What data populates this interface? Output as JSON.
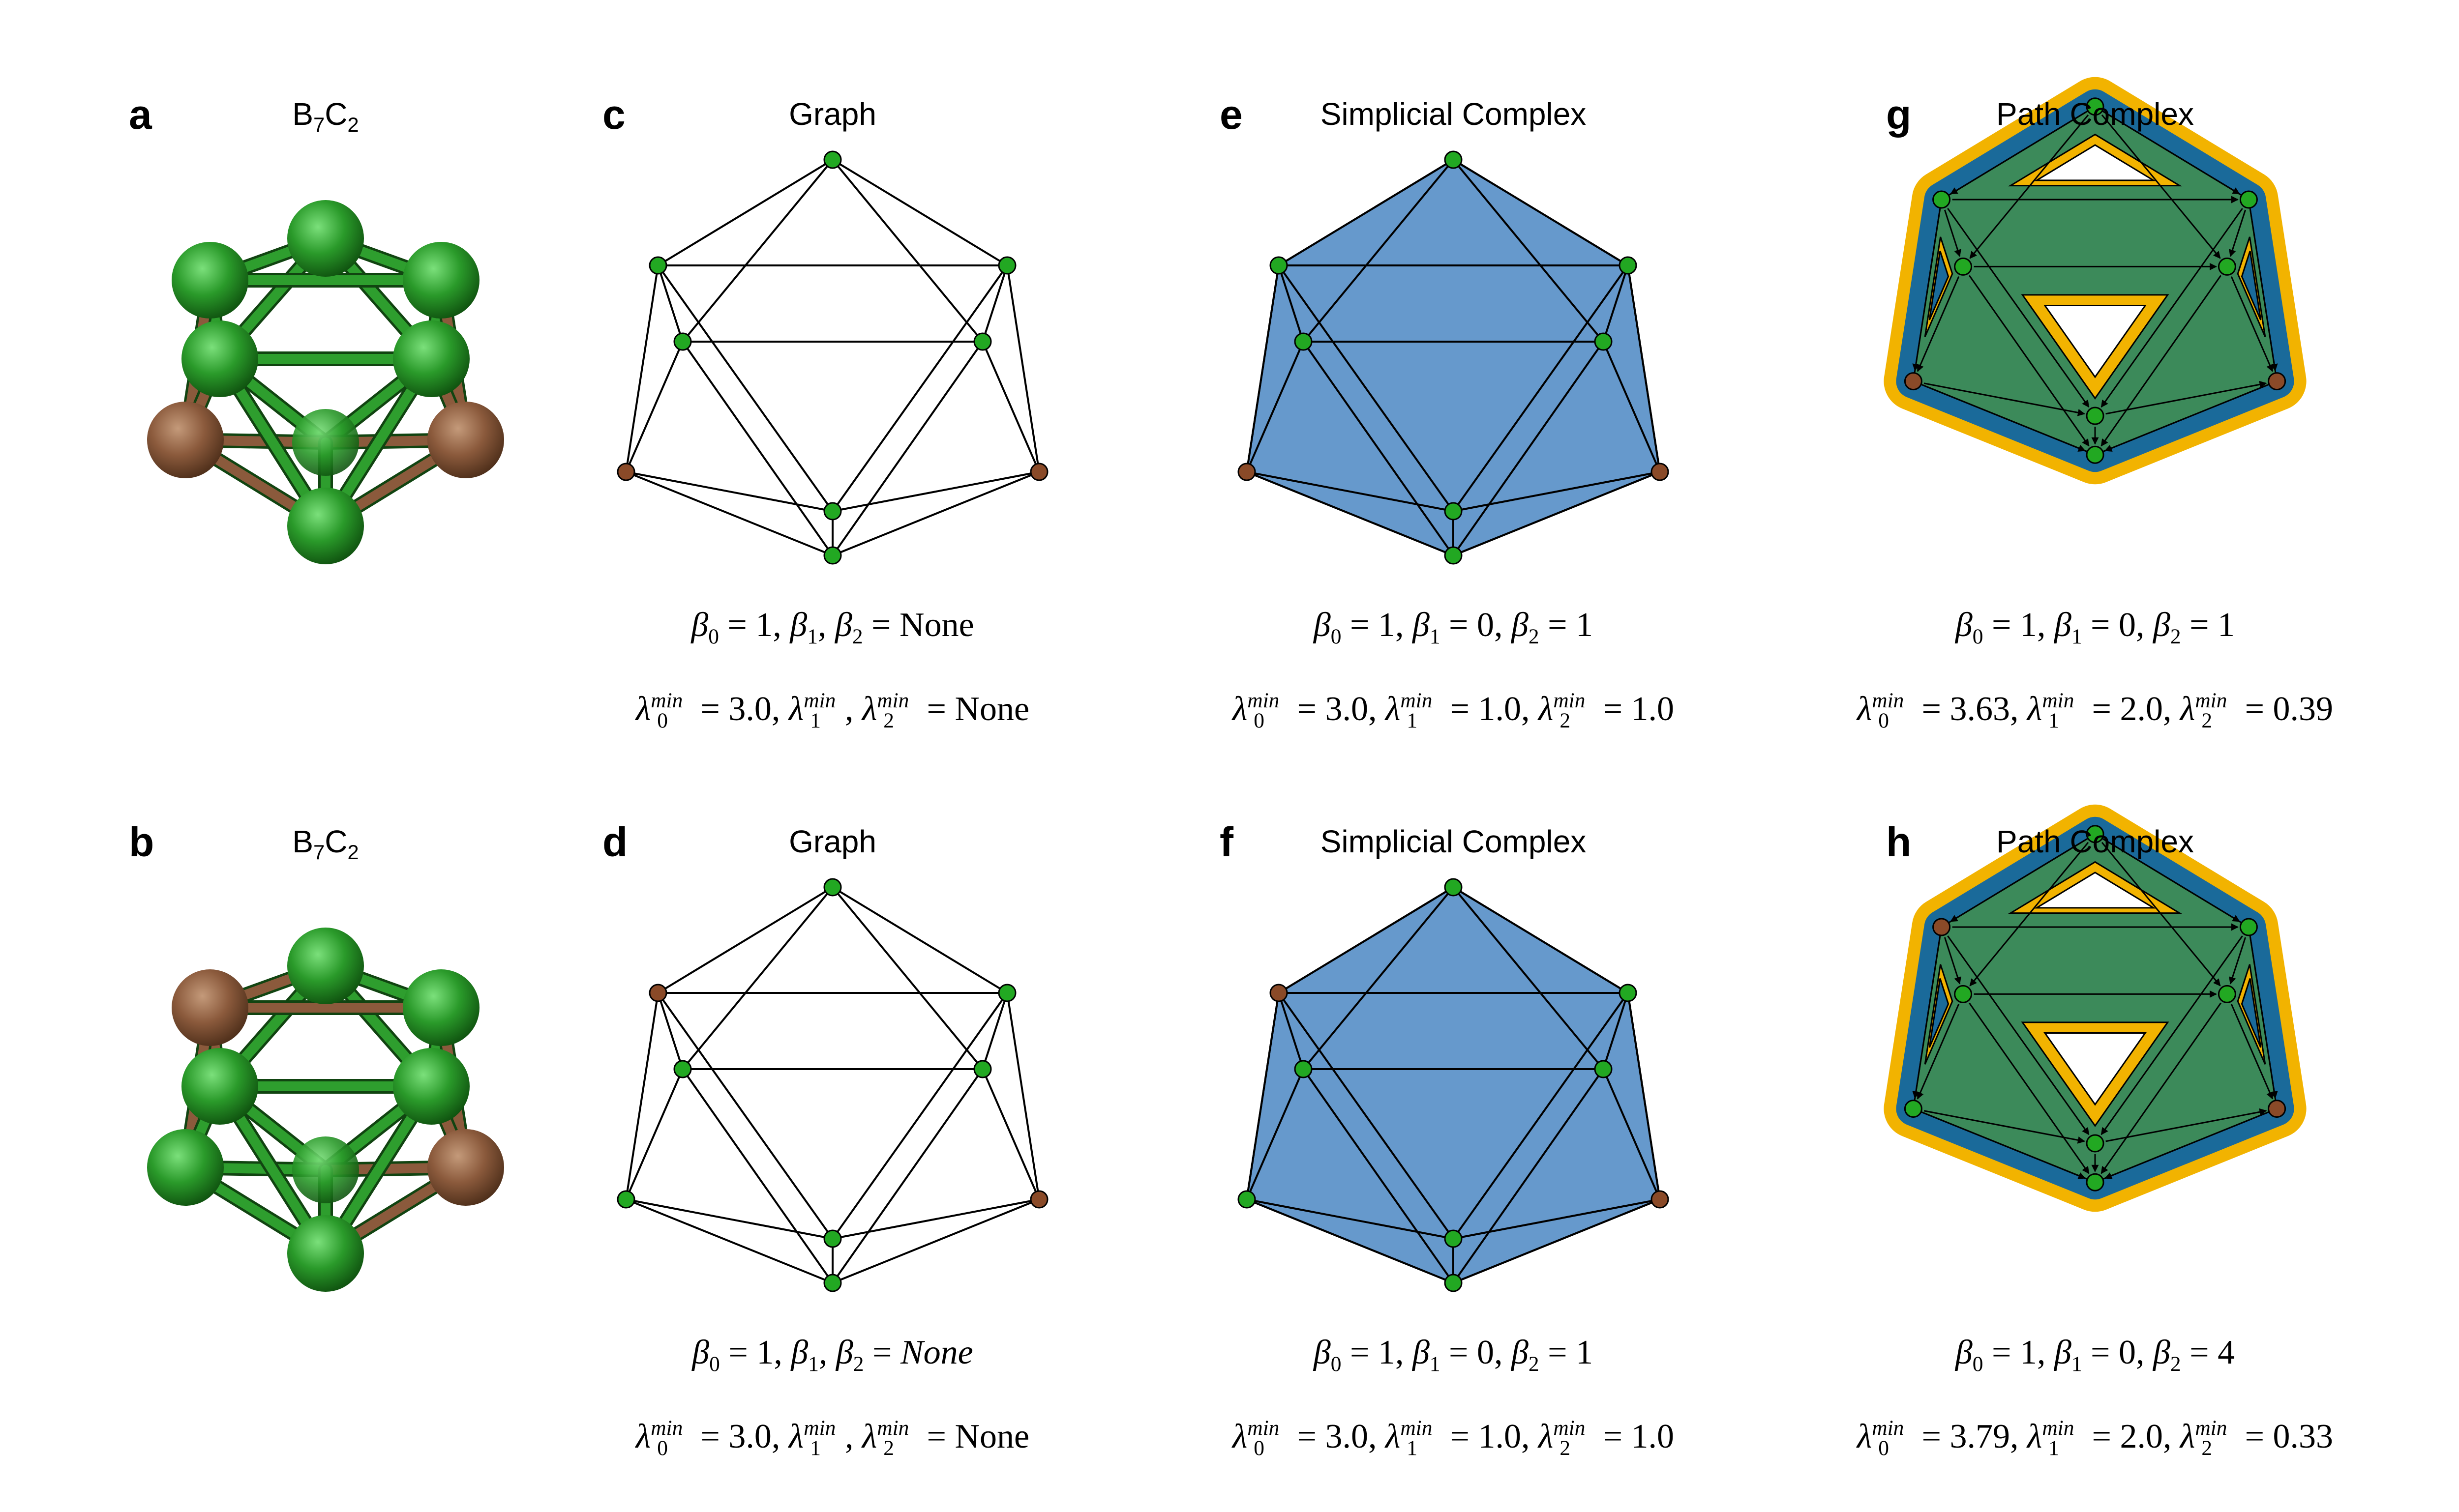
{
  "panels": {
    "a": {
      "letter": "a",
      "title": "B",
      "title_sub1": "7",
      "title_mid": "C",
      "title_sub2": "2"
    },
    "b": {
      "letter": "b",
      "title": "B",
      "title_sub1": "7",
      "title_mid": "C",
      "title_sub2": "2"
    },
    "c": {
      "letter": "c",
      "title": "Graph",
      "betti": "β0 = 1, β1, β2 = None",
      "lambda": "λ0min = 3.0, λ1min, λ2min = None",
      "b_text": [
        "β",
        "0",
        " = 1, ",
        "β",
        "1",
        ", ",
        "β",
        "2",
        " = None"
      ],
      "l_text": [
        "3.0",
        "",
        "None"
      ]
    },
    "d": {
      "letter": "d",
      "title": "Graph",
      "b_text": [
        "β",
        "0",
        " = 1, ",
        "β",
        "1",
        ", ",
        "β",
        "2",
        " = ",
        "None"
      ],
      "l_text": [
        "3.0",
        "",
        "None"
      ]
    },
    "e": {
      "letter": "e",
      "title": "Simplicial Complex",
      "b_vals": [
        "1",
        "0",
        "1"
      ],
      "l_vals": [
        "3.0",
        "1.0",
        "1.0"
      ]
    },
    "f": {
      "letter": "f",
      "title": "Simplicial Complex",
      "b_vals": [
        "1",
        "0",
        "1"
      ],
      "l_vals": [
        "3.0",
        "1.0",
        "1.0"
      ]
    },
    "g": {
      "letter": "g",
      "title": "Path Complex",
      "b_vals": [
        "1",
        "0",
        "1"
      ],
      "l_vals": [
        "3.63",
        "2.0",
        "0.39"
      ]
    },
    "h": {
      "letter": "h",
      "title": "Path Complex",
      "b_vals": [
        "1",
        "0",
        "4"
      ],
      "l_vals": [
        "3.79",
        "2.0",
        "0.33"
      ]
    }
  },
  "colors": {
    "boron": "#2e9e2e",
    "carbon": "#8b5a3c",
    "node_green": "#22a822",
    "node_brown": "#8a4a28",
    "simplicial_fill": "#6699cc",
    "path_yellow": "#f2b300",
    "path_blue": "#1a6a9a",
    "path_green": "#3c8a5a"
  },
  "molecule_top": {
    "atom_types": [
      "B",
      "B",
      "B",
      "B",
      "B",
      "C",
      "B",
      "C",
      "B"
    ]
  },
  "molecule_bottom": {
    "atom_types": [
      "B",
      "C",
      "B",
      "B",
      "B",
      "B",
      "B",
      "C",
      "B"
    ]
  }
}
